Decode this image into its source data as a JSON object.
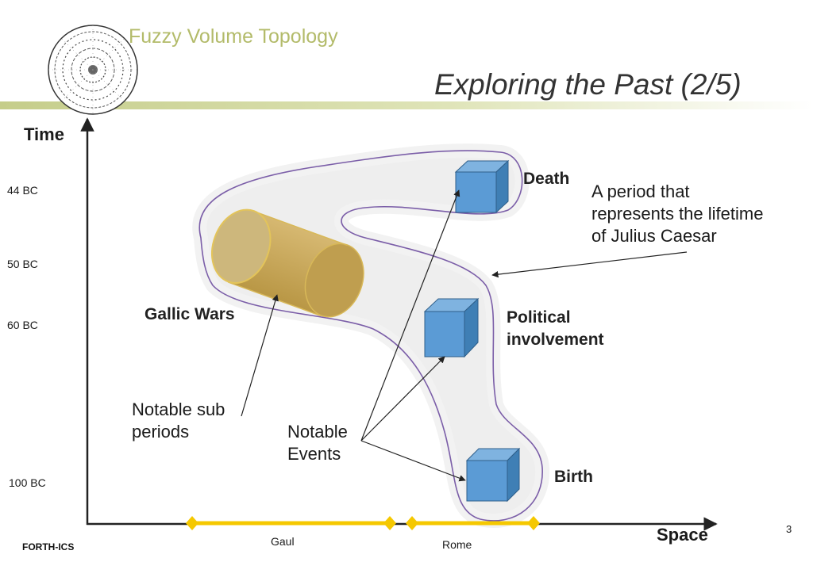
{
  "header": {
    "title": "Fuzzy Volume Topology"
  },
  "slide": {
    "title": "Exploring the Past (2/5)",
    "page_number": "3"
  },
  "footer": {
    "org": "FORTH-ICS"
  },
  "axes": {
    "y_label": "Time",
    "x_label": "Space"
  },
  "time_ticks": [
    "44 BC",
    "50 BC",
    "60 BC",
    "100 BC"
  ],
  "space_regions": [
    "Gaul",
    "Rome"
  ],
  "labels": {
    "death": "Death",
    "political": [
      "Political",
      "involvement"
    ],
    "birth": "Birth",
    "gallic_wars": "Gallic Wars",
    "lifetime": [
      "A period that",
      "represents the lifetime",
      "of Julius Caesar"
    ],
    "sub_periods": [
      "Notable sub",
      "periods"
    ],
    "events": [
      "Notable",
      "Events"
    ]
  },
  "colors": {
    "cube_front": "#5b9bd5",
    "cube_top": "#7fb3e0",
    "cube_side": "#3f7fb5",
    "cylinder": "#c9a85c",
    "outline": "#7b5ea8",
    "region_bar": "#f5c800",
    "header_bar": "#c5cd8a"
  }
}
